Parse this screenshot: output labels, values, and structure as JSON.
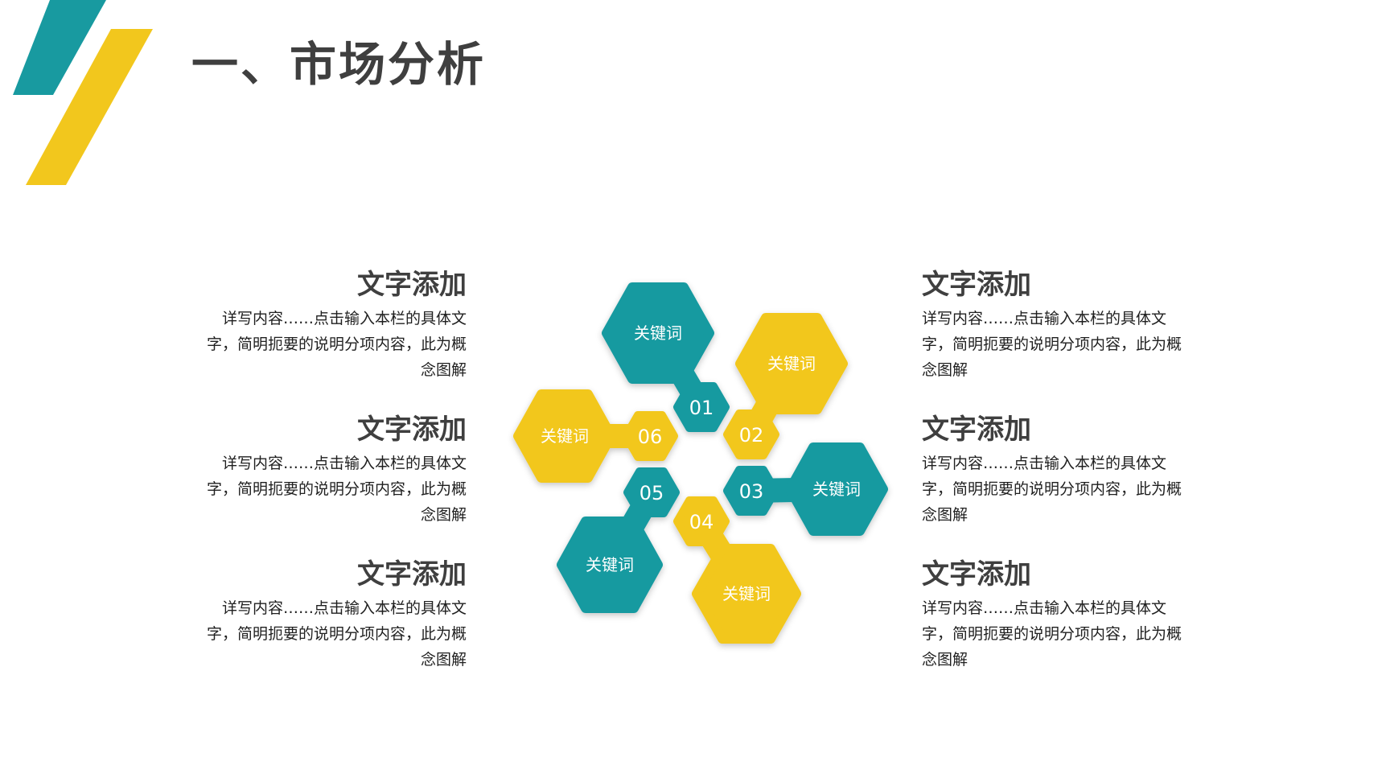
{
  "title": "一、市场分析",
  "colors": {
    "teal": "#189aa0",
    "yellow": "#f2c71d",
    "title_text": "#3f3f3f",
    "body_text": "#1f1f1f"
  },
  "blocks": {
    "left": [
      {
        "title": "文字添加",
        "body": "详写内容……点击输入本栏的具体文字，简明扼要的说明分项内容，此为概念图解"
      },
      {
        "title": "文字添加",
        "body": "详写内容……点击输入本栏的具体文字，简明扼要的说明分项内容，此为概念图解"
      },
      {
        "title": "文字添加",
        "body": "详写内容……点击输入本栏的具体文字，简明扼要的说明分项内容，此为概念图解"
      }
    ],
    "right": [
      {
        "title": "文字添加",
        "body": "详写内容……点击输入本栏的具体文字，简明扼要的说明分项内容，此为概念图解"
      },
      {
        "title": "文字添加",
        "body": "详写内容……点击输入本栏的具体文字，简明扼要的说明分项内容，此为概念图解"
      },
      {
        "title": "文字添加",
        "body": "详写内容……点击输入本栏的具体文字，简明扼要的说明分项内容，此为概念图解"
      }
    ]
  },
  "diagram": {
    "items": [
      {
        "number": "01",
        "keyword": "关键词",
        "color": "teal"
      },
      {
        "number": "02",
        "keyword": "关键词",
        "color": "yellow"
      },
      {
        "number": "03",
        "keyword": "关键词",
        "color": "teal"
      },
      {
        "number": "04",
        "keyword": "关键词",
        "color": "yellow"
      },
      {
        "number": "05",
        "keyword": "关键词",
        "color": "teal"
      },
      {
        "number": "06",
        "keyword": "关键词",
        "color": "yellow"
      }
    ]
  }
}
